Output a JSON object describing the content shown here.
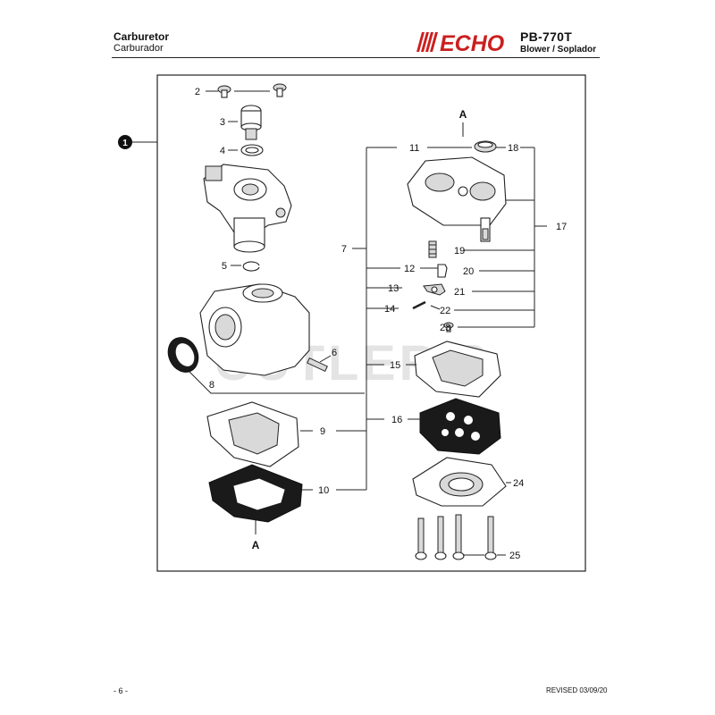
{
  "header": {
    "title": "Carburetor",
    "subtitle": "Carburador",
    "brand": "ECHO",
    "model": "PB-770T",
    "model_subtitle": "Blower / Soplador"
  },
  "footer": {
    "page": "- 6 -",
    "revised": "REVISED 03/09/20"
  },
  "watermark": "CUTLER'S",
  "assembly_marker": "1",
  "callouts": {
    "n2": "2",
    "n3": "3",
    "n4": "4",
    "n5": "5",
    "n6": "6",
    "n7": "7",
    "n8": "8",
    "n9": "9",
    "n10": "10",
    "n11": "11",
    "n12": "12",
    "n13": "13",
    "n14": "14",
    "n15": "15",
    "n16": "16",
    "n17": "17",
    "n18": "18",
    "n19": "19",
    "n20": "20",
    "n21": "21",
    "n22": "22",
    "n23": "23",
    "n24": "24",
    "n25": "25"
  },
  "section_refs": {
    "top": "A",
    "bottom": "A"
  },
  "colors": {
    "brand_red": "#cc1f1f",
    "ink": "#111111"
  }
}
